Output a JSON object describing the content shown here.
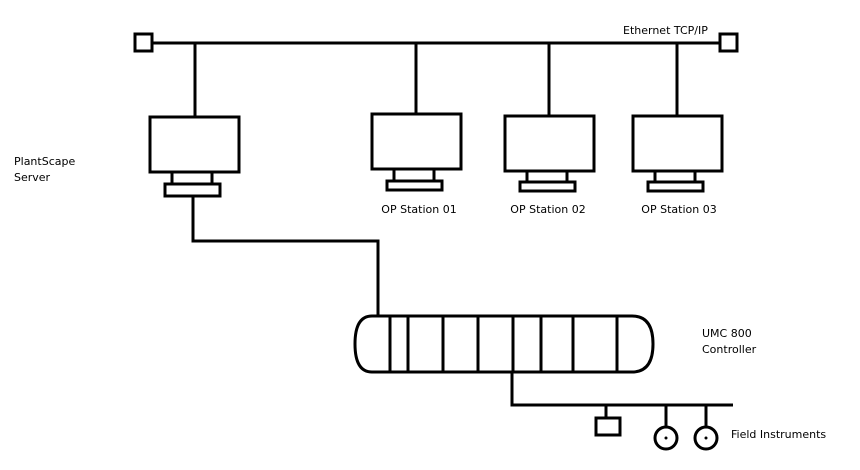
{
  "network": {
    "label": "Ethernet TCP/IP"
  },
  "server": {
    "line1": "PlantScape",
    "line2": "Server"
  },
  "stations": [
    {
      "label": "OP Station 01"
    },
    {
      "label": "OP Station 02"
    },
    {
      "label": "OP Station 03"
    }
  ],
  "controller": {
    "line1": "UMC 800",
    "line2": "Controller"
  },
  "field": {
    "label": "Field Instruments"
  },
  "colors": {
    "stroke": "#000000",
    "background": "#ffffff"
  }
}
